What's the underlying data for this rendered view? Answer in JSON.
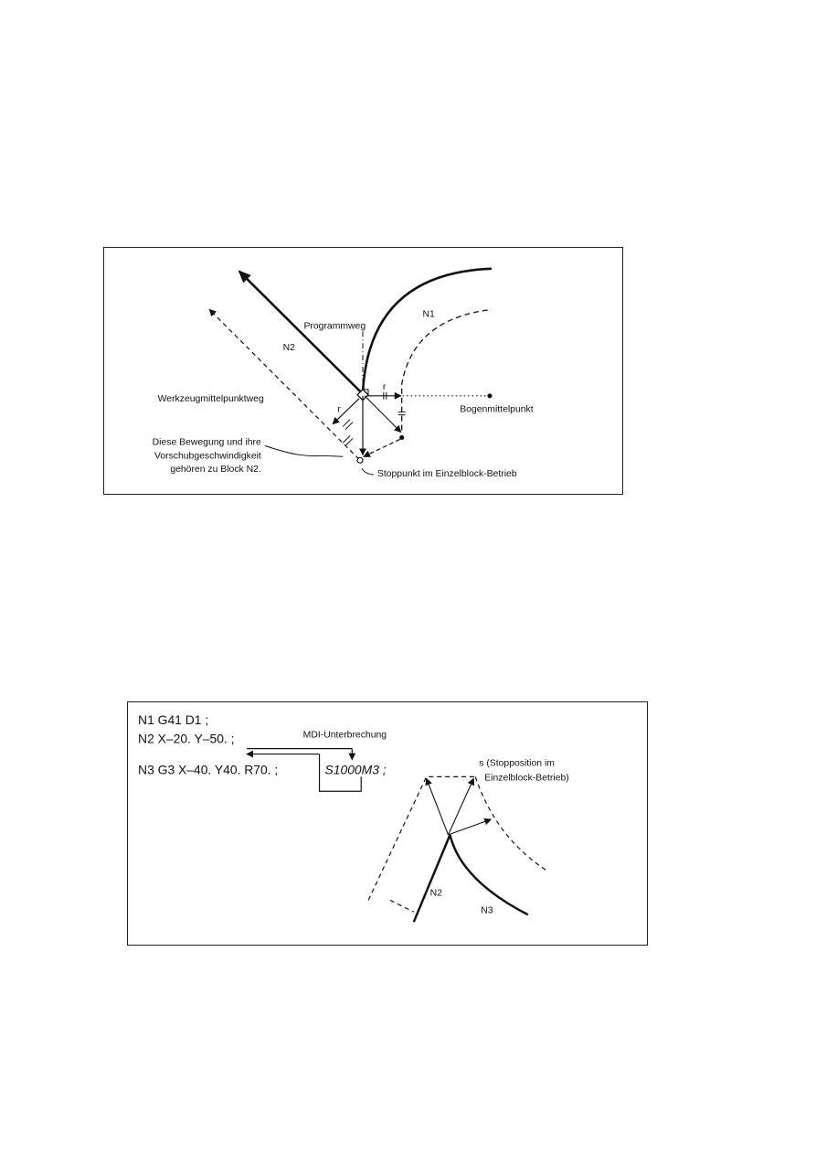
{
  "figure1": {
    "labels": {
      "n1": "N1",
      "n2": "N2",
      "programmweg": "Programmweg",
      "werkzeug": "Werkzeugmittelpunktweg",
      "bogen": "Bogenmittelpunkt",
      "r1": "r",
      "r2": "r",
      "note_line1": "Diese Bewegung und ihre",
      "note_line2": "Vorschubgeschwindigkeit",
      "note_line3": "gehören zu Block N2.",
      "stopp": "Stoppunkt im Einzelblock-Betrieb"
    }
  },
  "figure2": {
    "code": {
      "line1": "N1  G41  D1 ;",
      "line2": "N2  X–20.  Y–50. ;",
      "line3": "N3  G3  X–40.  Y40.  R70. ;",
      "line3_mdi": "S1000M3 ;"
    },
    "labels": {
      "mdi": "MDI-Unterbrechung",
      "stop_line1": "s (Stopposition im",
      "stop_line2": "Einzelblock-Betrieb)",
      "n2": "N2",
      "n3": "N3"
    }
  }
}
